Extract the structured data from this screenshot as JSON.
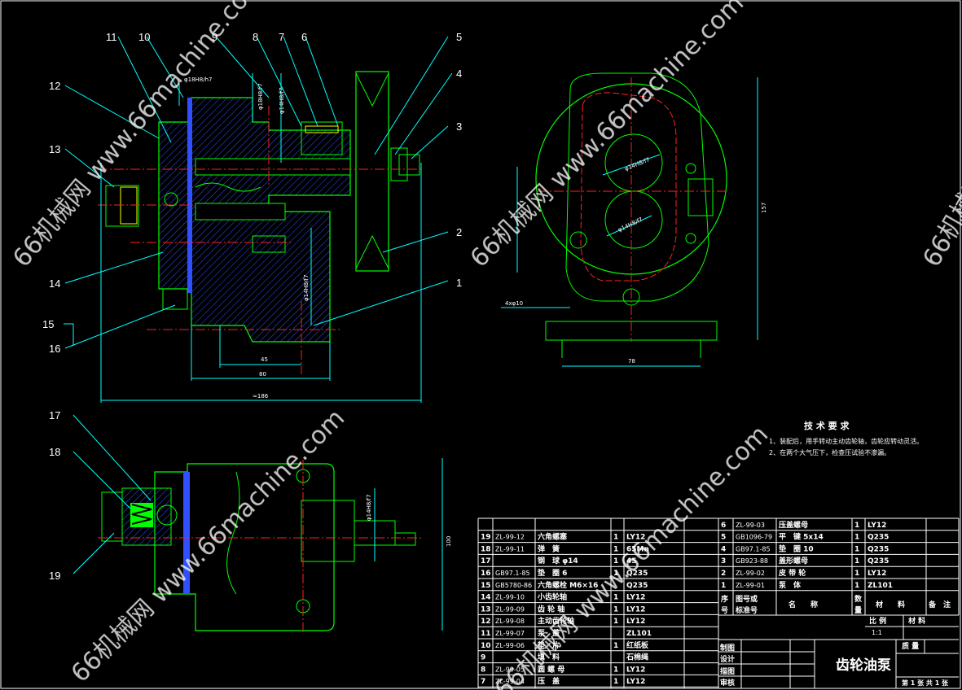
{
  "watermark": "66机械网 www.66machine.com",
  "colors": {
    "outline": "#00ff00",
    "center": "#ff2020",
    "dim": "#00ffff",
    "hatch": "#3050ff",
    "leader": "#00ffff",
    "table": "#ffffff",
    "spring": "#00ff00"
  },
  "balloons": {
    "main": [
      "11",
      "10",
      "9",
      "8",
      "7",
      "6",
      "5",
      "4",
      "3",
      "2",
      "1",
      "12",
      "13",
      "14",
      "15",
      "16"
    ],
    "bottom": [
      "17",
      "18",
      "19"
    ]
  },
  "dimensions": {
    "d45": "45",
    "d80": "80",
    "d186": "≈186",
    "d78": "78",
    "d157": "157",
    "d100": "100",
    "holes": "4xφ10",
    "fit1": "φ18H8/h7",
    "fit2": "φ18H8/f7",
    "fit3": "φ14H8/f7",
    "fit4": "φ14H8/f7",
    "fit5": "φ14H8/f7",
    "fit6": "φ14H8/f7"
  },
  "requirements": {
    "title": "技 术 要 求",
    "items": [
      "1、装配后，用手转动主动齿轮轴，齿轮应转动灵活。",
      "2、在两个大气压下，检查压试验不渗漏。"
    ]
  },
  "parts_left": [
    [
      "19",
      "ZL-99-12",
      "六角螺塞",
      "1",
      "LY12",
      ""
    ],
    [
      "18",
      "ZL-99-11",
      "弹　簧",
      "1",
      "65Mn",
      ""
    ],
    [
      "17",
      "",
      "钢　球 φ14",
      "1",
      "45",
      ""
    ],
    [
      "16",
      "GB97.1-85",
      "垫　圈 6",
      "1",
      "Q235",
      ""
    ],
    [
      "15",
      "GB5780-86",
      "六角螺栓 M6×16",
      "",
      "Q235",
      ""
    ],
    [
      "14",
      "ZL-99-10",
      "小齿轮轴",
      "1",
      "LY12",
      ""
    ],
    [
      "13",
      "ZL-99-09",
      "齿 轮 轴",
      "1",
      "LY12",
      ""
    ],
    [
      "12",
      "ZL-99-08",
      "主动齿轮轴",
      "1",
      "LY12",
      ""
    ],
    [
      "11",
      "ZL-99-07",
      "泵　盖",
      "",
      "ZL101",
      ""
    ],
    [
      "10",
      "ZL-99-06",
      "垫　片",
      "1",
      "红纸板",
      ""
    ],
    [
      "9",
      "",
      "填　料",
      "",
      "石棉绳",
      ""
    ],
    [
      "8",
      "ZL-99-05",
      "圆 螺 母",
      "1",
      "LY12",
      ""
    ],
    [
      "7",
      "ZL-99-04",
      "压　盖",
      "1",
      "LY12",
      ""
    ]
  ],
  "parts_right": [
    [
      "6",
      "ZL-99-03",
      "压盖螺母",
      "1",
      "LY12",
      ""
    ],
    [
      "5",
      "GB1096-79",
      "平　键 5x14",
      "1",
      "Q235",
      ""
    ],
    [
      "4",
      "GB97.1-85",
      "垫　圈 10",
      "1",
      "Q235",
      ""
    ],
    [
      "3",
      "GB923-88",
      "盖形螺母",
      "1",
      "Q235",
      ""
    ],
    [
      "2",
      "ZL-99-02",
      "皮 带 轮",
      "1",
      "LY12",
      ""
    ],
    [
      "1",
      "ZL-99-01",
      "泵　体",
      "1",
      "ZL101",
      ""
    ]
  ],
  "table_header": {
    "no1": "序",
    "no2": "号",
    "code1": "图号或",
    "code2": "标准号",
    "name": "名　　称",
    "qty1": "数",
    "qty2": "量",
    "material": "材　　料",
    "remark": "备　注"
  },
  "title_block": {
    "scale_label": "比 例",
    "scale": "1:1",
    "material_label": "材 料",
    "drawn": "制图",
    "designed": "设计",
    "traced": "描图",
    "checked": "审核",
    "title": "齿轮油泵",
    "mass_label": "质 量",
    "sheet": "第 1 张 共 1 张"
  }
}
